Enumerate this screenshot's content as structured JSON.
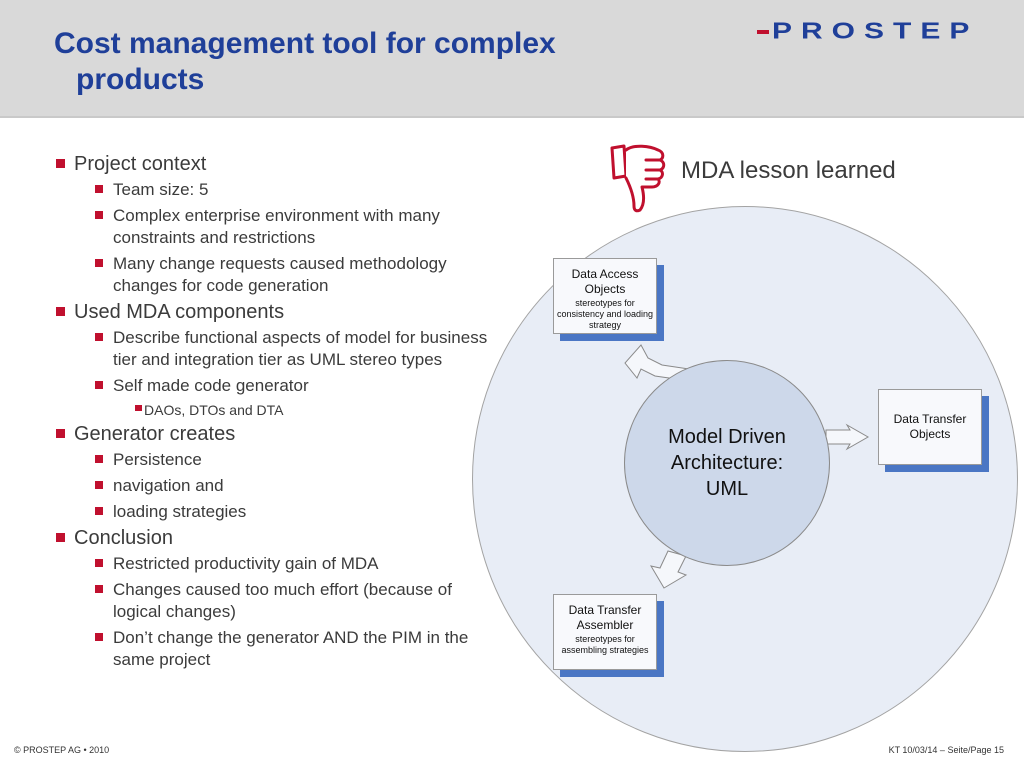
{
  "slide": {
    "title_line1": "Cost management tool for complex",
    "title_line2": "products",
    "logo_text": "PROSTEP",
    "lesson_label": "MDA lesson learned",
    "bullets": [
      {
        "level": 1,
        "text": "Project context"
      },
      {
        "level": 2,
        "text": "Team size: 5"
      },
      {
        "level": 2,
        "text": "Complex enterprise environment with many constraints and restrictions"
      },
      {
        "level": 2,
        "text": "Many change requests caused methodology changes for code generation"
      },
      {
        "level": 1,
        "text": "Used MDA components"
      },
      {
        "level": 2,
        "text": "Describe functional aspects of model for business tier and integration tier as UML stereo types"
      },
      {
        "level": 2,
        "text": "Self made code generator"
      },
      {
        "level": 3,
        "text": "DAOs, DTOs and DTA"
      },
      {
        "level": 1,
        "text": "Generator creates"
      },
      {
        "level": 2,
        "text": "Persistence"
      },
      {
        "level": 2,
        "text": "navigation and"
      },
      {
        "level": 2,
        "text": "loading strategies"
      },
      {
        "level": 1,
        "text": "Conclusion"
      },
      {
        "level": 2,
        "text": "Restricted productivity gain of MDA"
      },
      {
        "level": 2,
        "text": "Changes caused too much effort (because of logical changes)"
      },
      {
        "level": 2,
        "text": "Don’t change the generator AND the PIM in the same project"
      }
    ],
    "diagram": {
      "center": "Model Driven Architecture: UML",
      "boxes": {
        "dao": {
          "title": "Data Access Objects",
          "sub": "stereotypes for consistency and loading strategy"
        },
        "dto": {
          "title": "Data Transfer Objects",
          "sub": ""
        },
        "dta": {
          "title": "Data Transfer Assembler",
          "sub": "stereotypes for assembling strategies"
        }
      }
    },
    "footer_left": "© PROSTEP AG • 2010",
    "footer_right": "KT 10/03/14 – Seite/Page 15"
  },
  "colors": {
    "title_blue": "#1f3f99",
    "bullet_red": "#c0102e",
    "header_gray": "#d9d9d9",
    "circle_fill": "#e8edf6",
    "inner_fill": "#cdd8ea",
    "box_shadow_blue": "#4a76c4"
  },
  "icons": [
    "thumbs-down-icon",
    "arrow-icon"
  ]
}
